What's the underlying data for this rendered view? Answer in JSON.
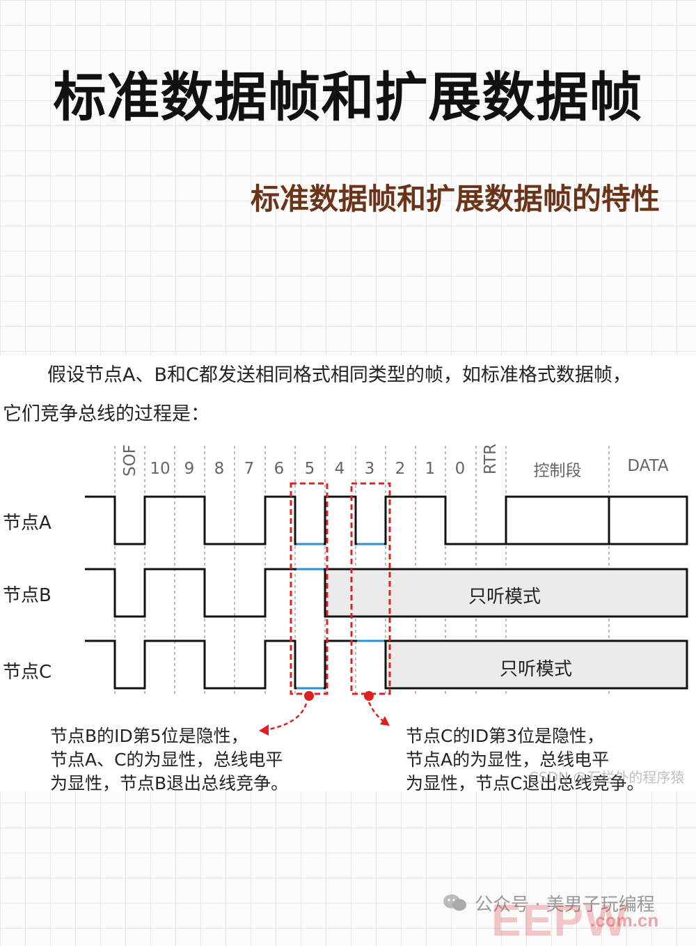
{
  "title": "标准数据帧和扩展数据帧",
  "subtitle": "标准数据帧和扩展数据帧的特性",
  "intro": {
    "line1": "假设节点A、B和C都发送相同格式相同类型的帧，如标准格式数据帧，",
    "line2": "它们竞争总线的过程是："
  },
  "diagram": {
    "columns": [
      "SOF",
      "10",
      "9",
      "8",
      "7",
      "6",
      "5",
      "4",
      "3",
      "2",
      "1",
      "0",
      "RTR",
      "控制段",
      "DATA"
    ],
    "nodes": [
      "节点A",
      "节点B",
      "节点C"
    ],
    "listen_only_label": "只听模式",
    "highlight_color": "#e02020",
    "recessive_color": "#2f8fd0"
  },
  "annotations": {
    "left": [
      "节点B的ID第5位是隐性，",
      "节点A、C的为显性，总线电平",
      "为显性，节点B退出总线竞争。"
    ],
    "right": [
      "节点C的ID第3位是隐性，",
      "节点A的为显性，总线电平",
      "为显性，节点C退出总线竞争。"
    ]
  },
  "watermark": "CSDN @石栏外的程序猿",
  "footer": {
    "text": "公众号 · 美男子玩编程",
    "logo": "EEPW",
    "logo_domain": ".com.cn"
  }
}
